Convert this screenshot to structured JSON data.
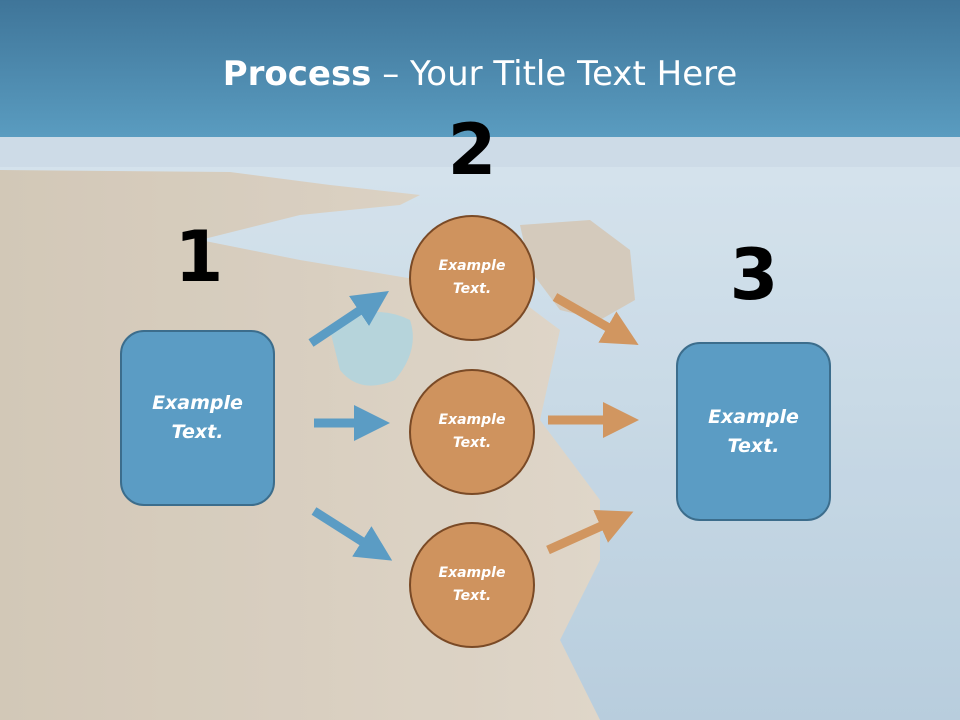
{
  "slide": {
    "title_bold": "Process",
    "title_rest": " – Your Title Text Here",
    "step_numbers": [
      "1",
      "2",
      "3"
    ],
    "start_box": "Example Text.",
    "middle_circles": [
      "Example Text.",
      "Example Text.",
      "Example Text."
    ],
    "end_box": "Example Text."
  },
  "colors": {
    "header": "#4f8db3",
    "box_fill": "#5b9cc4",
    "circle_fill": "#cf935e",
    "blue_arrow": "#5b9cc4",
    "orange_arrow": "#d19660"
  }
}
